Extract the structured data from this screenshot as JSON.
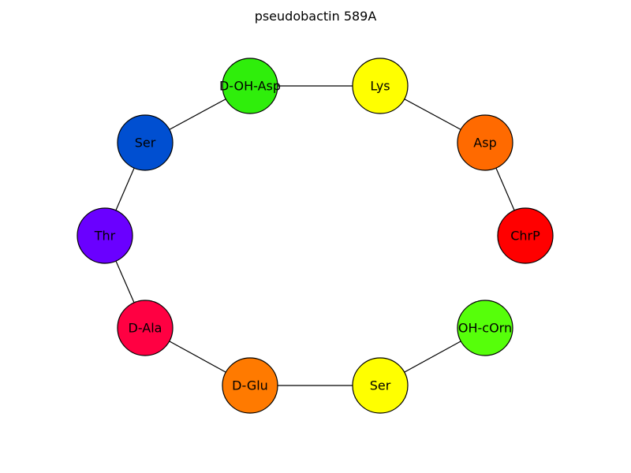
{
  "title": "pseudobactin 589A",
  "colors": {
    "edge": "#000000",
    "node_border": "#000000"
  },
  "nodes": [
    {
      "id": "ChrP",
      "label": "ChrP",
      "color": "#ff0000"
    },
    {
      "id": "Asp",
      "label": "Asp",
      "color": "#ff6a00"
    },
    {
      "id": "Lys",
      "label": "Lys",
      "color": "#ffff00"
    },
    {
      "id": "D-OH-Asp",
      "label": "D-OH-Asp",
      "color": "#2fee0b"
    },
    {
      "id": "Ser1",
      "label": "Ser",
      "color": "#004fd1"
    },
    {
      "id": "Thr",
      "label": "Thr",
      "color": "#6a00ff"
    },
    {
      "id": "D-Ala",
      "label": "D-Ala",
      "color": "#ff0042"
    },
    {
      "id": "D-Glu",
      "label": "D-Glu",
      "color": "#ff7a00"
    },
    {
      "id": "Ser2",
      "label": "Ser",
      "color": "#ffff00"
    },
    {
      "id": "OH-cOrn",
      "label": "OH-cOrn",
      "color": "#56ff0a"
    }
  ],
  "edges": [
    [
      "ChrP",
      "Asp"
    ],
    [
      "Asp",
      "Lys"
    ],
    [
      "Lys",
      "D-OH-Asp"
    ],
    [
      "D-OH-Asp",
      "Ser1"
    ],
    [
      "Ser1",
      "Thr"
    ],
    [
      "Thr",
      "D-Ala"
    ],
    [
      "D-Ala",
      "D-Glu"
    ],
    [
      "D-Glu",
      "Ser2"
    ],
    [
      "Ser2",
      "OH-cOrn"
    ]
  ]
}
